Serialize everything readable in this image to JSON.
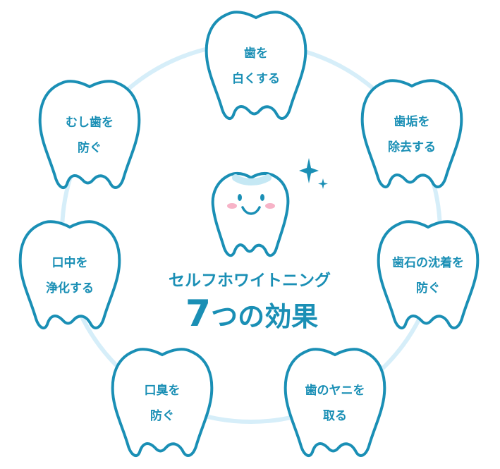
{
  "center": {
    "subtitle": "セルフホワイトニング",
    "title_number": "7",
    "title_rest": "つの効果"
  },
  "effects": [
    {
      "line1": "歯を",
      "line2": "白くする"
    },
    {
      "line1": "歯垢を",
      "line2": "除去する"
    },
    {
      "line1": "歯石の沈着を",
      "line2": "防ぐ"
    },
    {
      "line1": "歯のヤニを",
      "line2": "取る"
    },
    {
      "line1": "口臭を",
      "line2": "防ぐ"
    },
    {
      "line1": "口中を",
      "line2": "浄化する"
    },
    {
      "line1": "むし歯を",
      "line2": "防ぐ"
    }
  ],
  "colors": {
    "outline": "#1a8fb5",
    "ring": "#d6eef9",
    "text": "#1a8fb5",
    "cheek": "#f7b3c7",
    "shine": "#c5e8f4"
  }
}
